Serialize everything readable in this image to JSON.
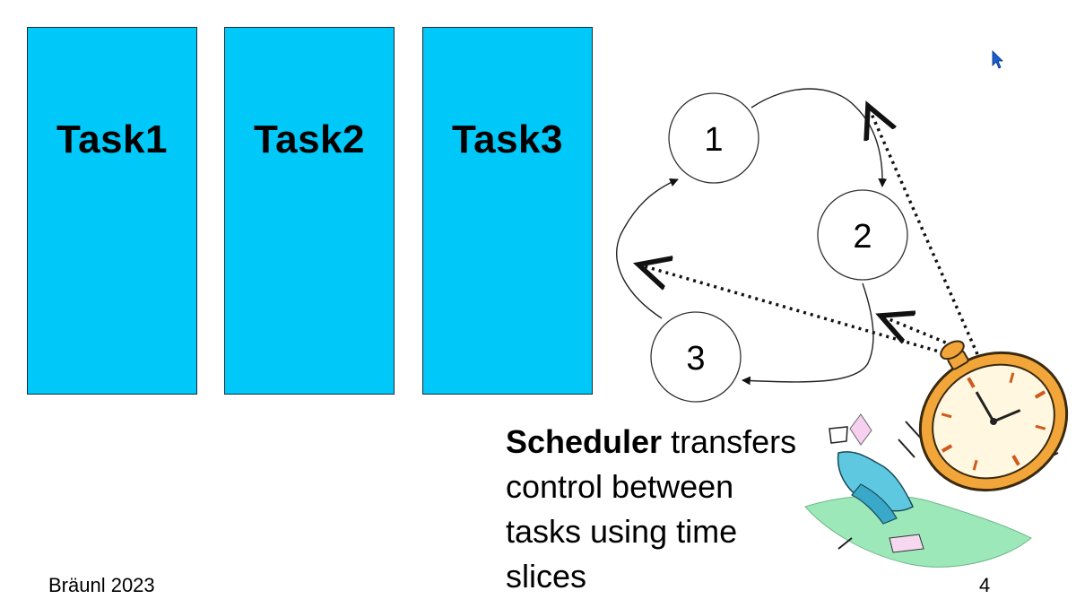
{
  "tasks": [
    {
      "label": "Task1"
    },
    {
      "label": "Task2"
    },
    {
      "label": "Task3"
    }
  ],
  "diagram": {
    "nodes": [
      {
        "label": "1"
      },
      {
        "label": "2"
      },
      {
        "label": "3"
      }
    ]
  },
  "caption": {
    "bold": "Scheduler",
    "line1_rest": " transfers",
    "line2": "control between",
    "line3": "tasks using time",
    "line4": "slices"
  },
  "footer": {
    "author_year": "Bräunl 2023",
    "page_number": "4"
  },
  "colors": {
    "task_fill": "#00c8f8",
    "node_stroke": "#333333",
    "stopwatch_body": "#f0a020"
  }
}
